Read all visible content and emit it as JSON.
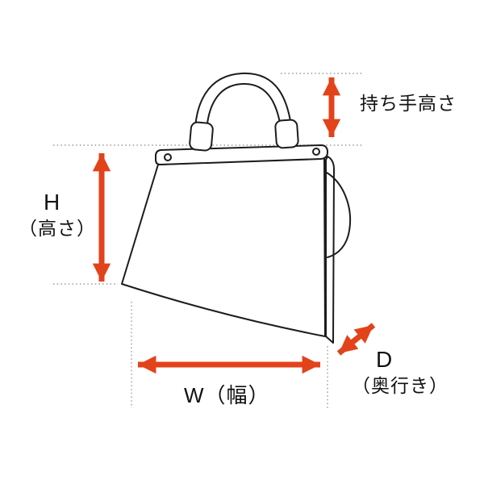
{
  "labels": {
    "handle_height": "持ち手高さ",
    "height_letter": "H",
    "height_paren": "（高さ）",
    "width": "W（幅）",
    "depth_letter": "D",
    "depth_paren": "（奥行き）"
  },
  "colors": {
    "arrow": "#e2431b",
    "outline": "#1c1c1c",
    "guide": "#999999",
    "background": "#ffffff"
  }
}
